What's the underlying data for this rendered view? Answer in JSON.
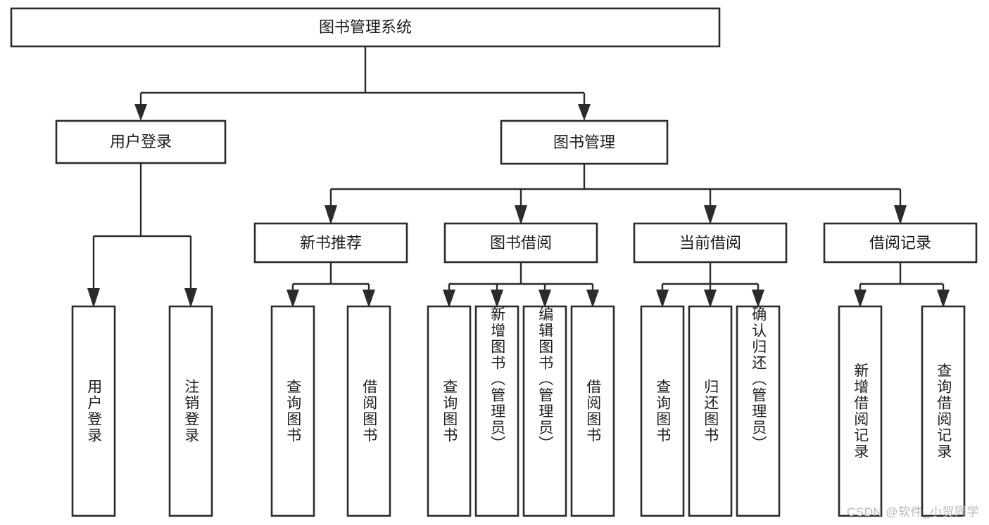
{
  "diagram": {
    "type": "hierarchy-tree",
    "title": "图书管理系统",
    "root": {
      "label": "图书管理系统",
      "level": 0
    },
    "level2": [
      {
        "label": "用户登录"
      },
      {
        "label": "图书管理"
      }
    ],
    "level3": [
      {
        "label": "新书推荐",
        "parent": "图书管理"
      },
      {
        "label": "图书借阅",
        "parent": "图书管理"
      },
      {
        "label": "当前借阅",
        "parent": "图书管理"
      },
      {
        "label": "借阅记录",
        "parent": "图书管理"
      }
    ],
    "leaves": {
      "user_login": [
        {
          "label": "用户登录"
        },
        {
          "label": "注销登录"
        }
      ],
      "new_book_recommend": [
        {
          "label": "查询图书"
        },
        {
          "label": "借阅图书"
        }
      ],
      "book_borrow": [
        {
          "label": "查询图书"
        },
        {
          "label": "新增图书（管理员）"
        },
        {
          "label": "编辑图书（管理员）"
        },
        {
          "label": "借阅图书"
        }
      ],
      "current_borrow": [
        {
          "label": "查询图书"
        },
        {
          "label": "归还图书"
        },
        {
          "label": "确认归还（管理员）"
        }
      ],
      "borrow_record": [
        {
          "label": "新增借阅记录"
        },
        {
          "label": "查询借阅记录"
        }
      ]
    }
  },
  "watermark": {
    "text": "CSDN @软件_小贺同学"
  },
  "colors": {
    "background": "#ffffff",
    "box_fill": "#ffffff",
    "box_stroke": "#2b2b2b",
    "text": "#1c1c1c",
    "watermark": "#b9b9b9"
  }
}
